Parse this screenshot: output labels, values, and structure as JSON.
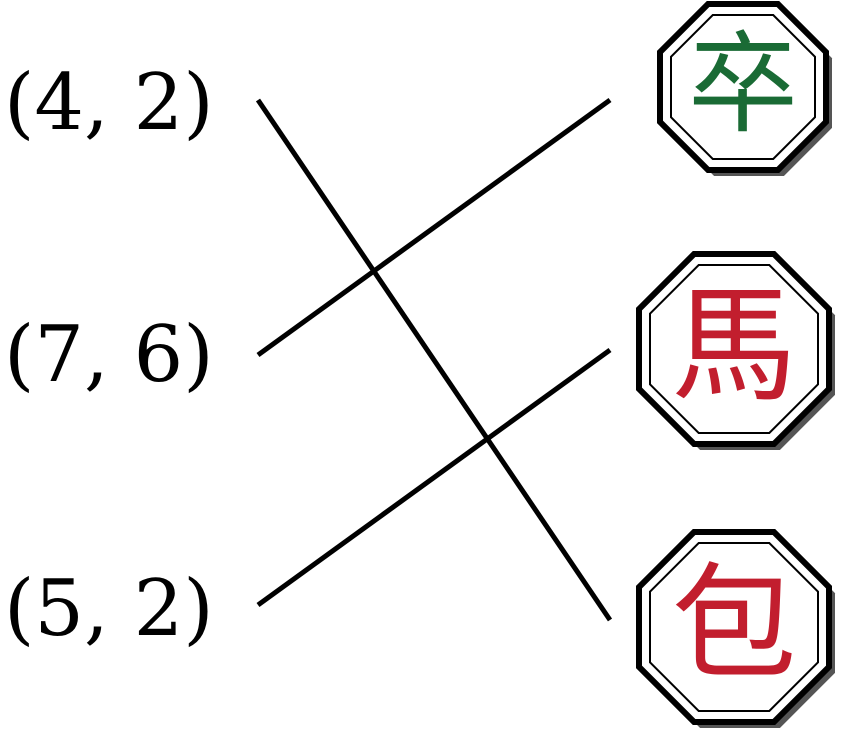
{
  "left_labels": [
    "(4, 2)",
    "(7, 6)",
    "(5, 2)"
  ],
  "pieces": [
    {
      "name": "soldier",
      "char": "卒",
      "color": "#1a6b35"
    },
    {
      "name": "horse",
      "char": "馬",
      "color": "#c21e2e"
    },
    {
      "name": "cannon",
      "char": "包",
      "color": "#c21e2e"
    }
  ],
  "connections": [
    {
      "from": 0,
      "to": 2
    },
    {
      "from": 1,
      "to": 0
    },
    {
      "from": 2,
      "to": 1
    }
  ],
  "colors": {
    "line": "#000000",
    "piece_border": "#000000",
    "piece_fill": "#ffffff",
    "piece_shadow": "#555555"
  }
}
